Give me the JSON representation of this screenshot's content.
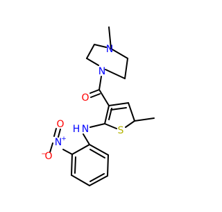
{
  "molecule": {
    "atom_labels": {
      "n_pip_top": "N",
      "n_pip_bottom": "N",
      "o_carbonyl": "O",
      "s_thiophene": "S",
      "nh_amine": "N",
      "h_amine": "H",
      "n_nitro": "N",
      "n_nitro_charge": "+",
      "o_nitro_single": "O",
      "o_nitro_charge": "−",
      "o_nitro_double": "O"
    },
    "colors": {
      "bond": "#000000",
      "nitrogen": "#0000ff",
      "oxygen": "#ff0000",
      "sulfur": "#b3b300"
    }
  }
}
